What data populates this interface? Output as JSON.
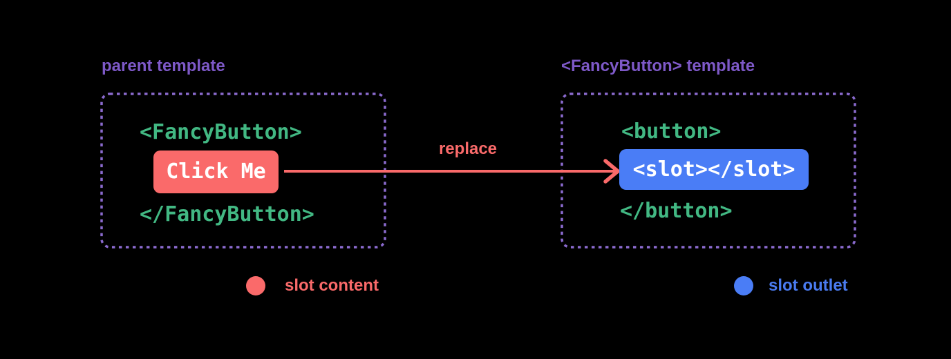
{
  "colors": {
    "background": "#000000",
    "title_purple": "#7e59c8",
    "dashed_border_purple": "#8a6ace",
    "code_green": "#42b883",
    "slot_content_red": "#fa6a6a",
    "slot_outlet_blue": "#4a7df6",
    "code_on_fill": "#ffffff"
  },
  "parent_panel": {
    "title": "parent template",
    "open_tag": "<FancyButton>",
    "button_label": "Click Me",
    "close_tag": "</FancyButton>"
  },
  "fancy_panel": {
    "title": "<FancyButton> template",
    "open_tag": "<button>",
    "slot_code": "<slot></slot>",
    "close_tag": "</button>"
  },
  "arrow": {
    "label": "replace"
  },
  "legend": {
    "slot_content_label": "slot content",
    "slot_outlet_label": "slot outlet"
  }
}
